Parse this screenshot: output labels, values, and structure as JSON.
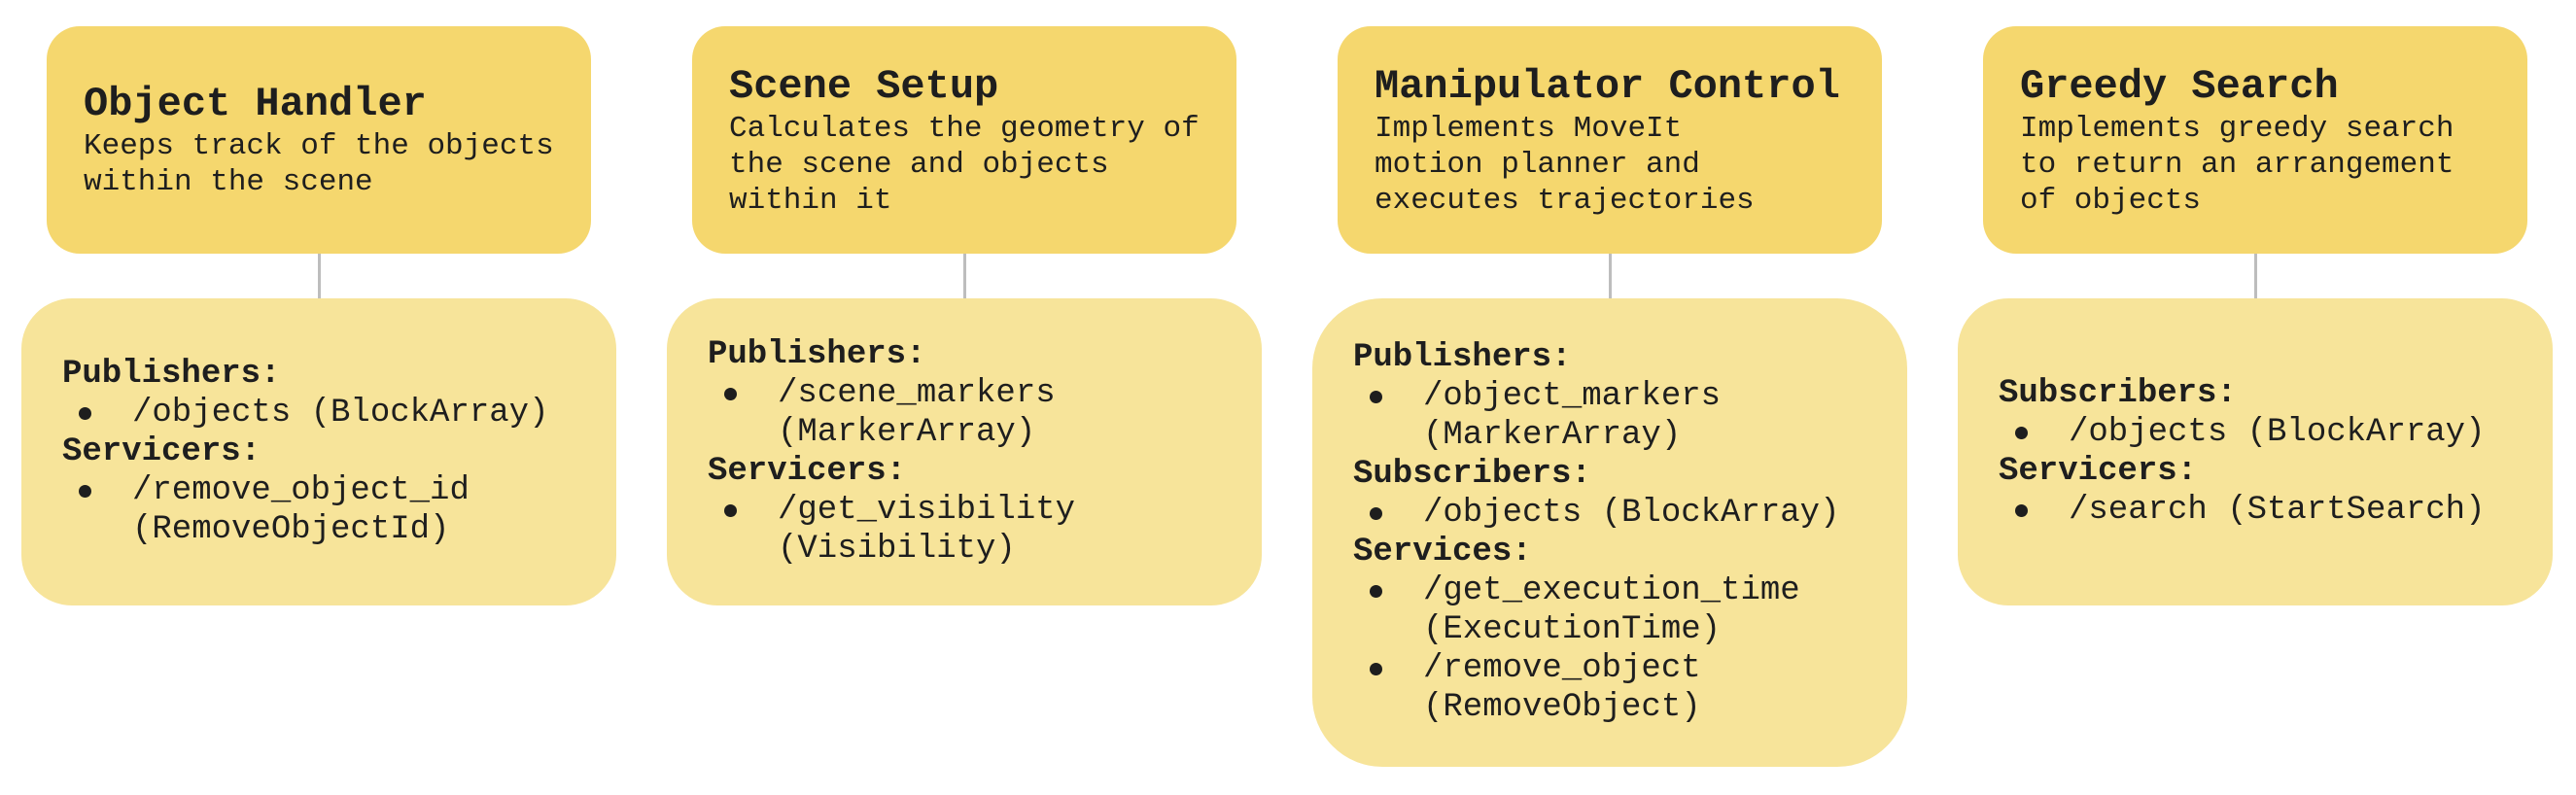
{
  "nodes": [
    {
      "title": "Object Handler",
      "description": "Keeps track of the objects within the scene",
      "sections": [
        {
          "heading": "Publishers:",
          "items": [
            "/objects (BlockArray)"
          ]
        },
        {
          "heading": "Servicers:",
          "items": [
            "/remove_object_id (RemoveObjectId)"
          ]
        }
      ]
    },
    {
      "title": "Scene Setup",
      "description": "Calculates the geometry of the scene and objects within it",
      "sections": [
        {
          "heading": "Publishers:",
          "items": [
            "/scene_markers (MarkerArray)"
          ]
        },
        {
          "heading": "Servicers:",
          "items": [
            "/get_visibility (Visibility)"
          ]
        }
      ]
    },
    {
      "title": "Manipulator Control",
      "description": "Implements MoveIt motion planner and executes trajectories",
      "sections": [
        {
          "heading": "Publishers:",
          "items": [
            "/object_markers (MarkerArray)"
          ]
        },
        {
          "heading": "Subscribers:",
          "items": [
            "/objects (BlockArray)"
          ]
        },
        {
          "heading": "Services:",
          "items": [
            "/get_execution_time (ExecutionTime)",
            "/remove_object (RemoveObject)"
          ]
        }
      ]
    },
    {
      "title": "Greedy Search",
      "description": "Implements greedy search to return an arrangement of objects",
      "sections": [
        {
          "heading": "Subscribers:",
          "items": [
            "/objects (BlockArray)"
          ]
        },
        {
          "heading": "Servicers:",
          "items": [
            "/search (StartSearch)"
          ]
        }
      ]
    }
  ],
  "colors": {
    "header_fill": "#f5d76e",
    "body_fill": "#f7e49a",
    "connector": "#bdbdbd",
    "text": "#1e1e1e"
  }
}
